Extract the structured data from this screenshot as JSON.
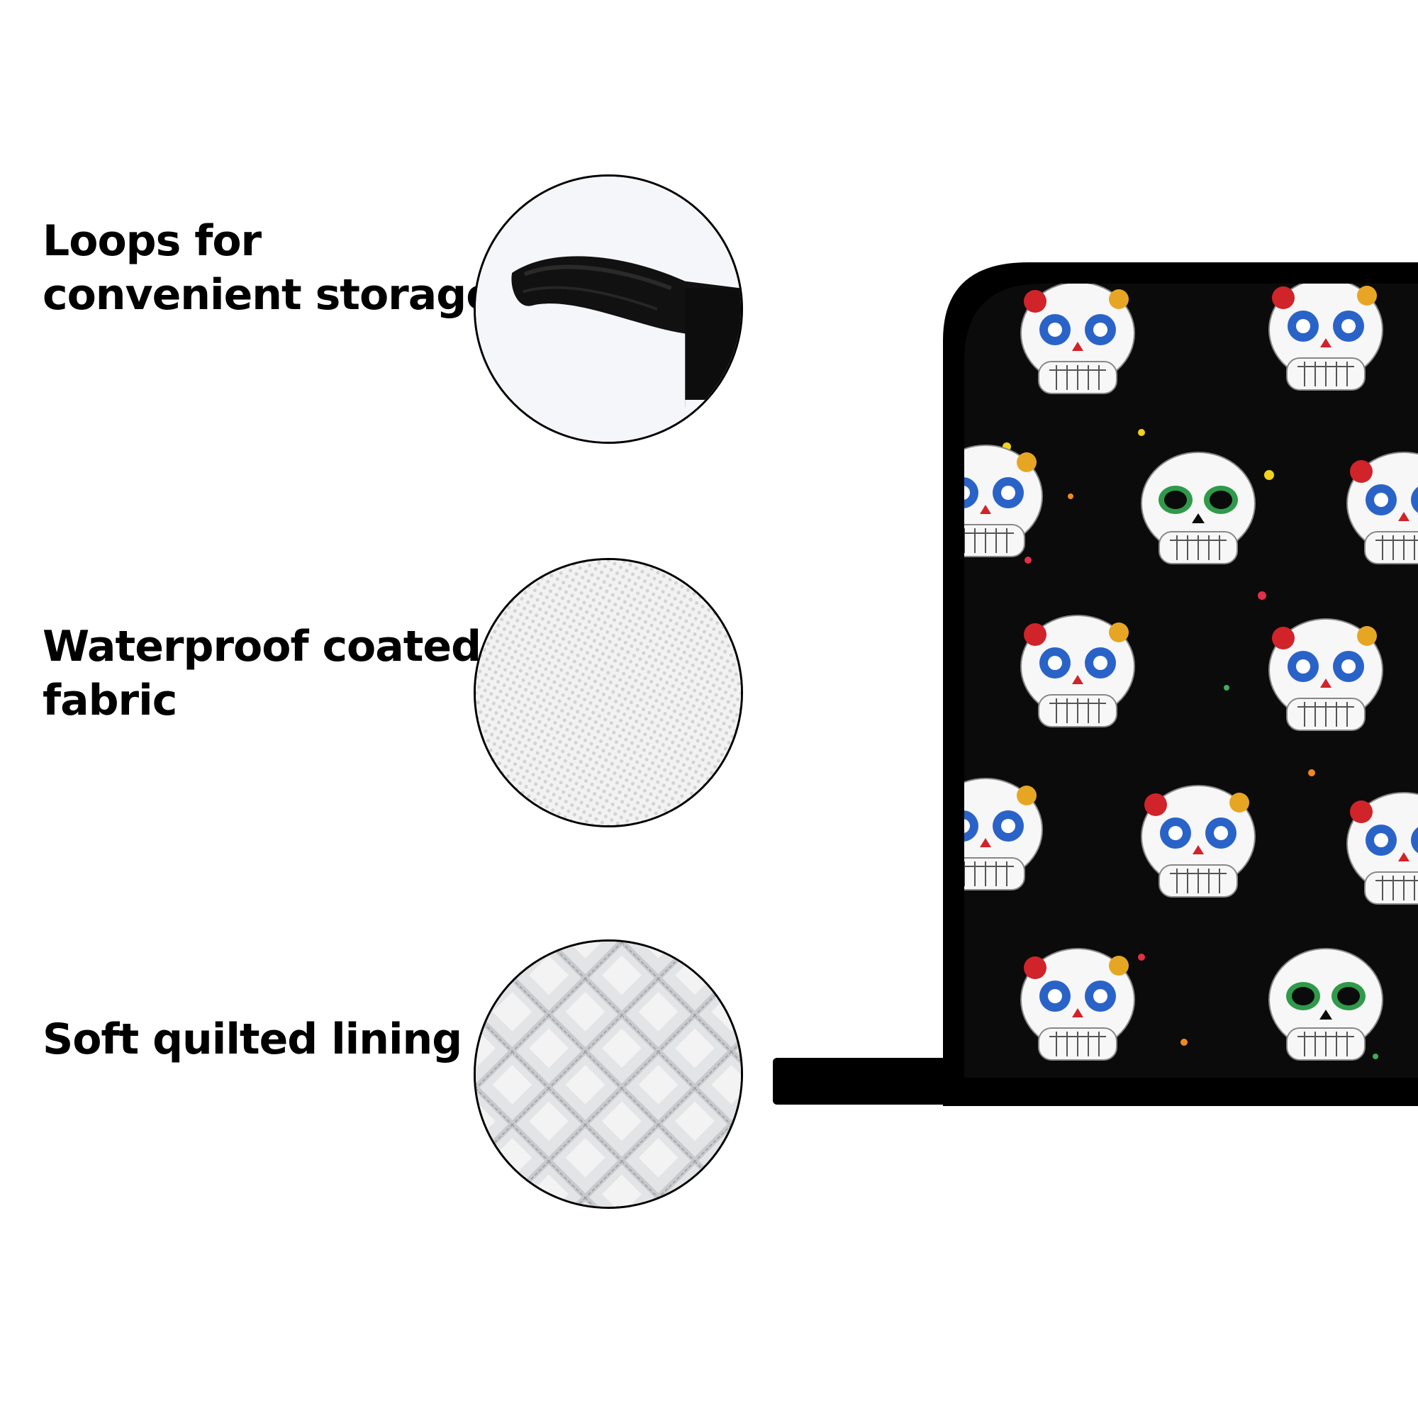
{
  "features": [
    {
      "label": "Loops for\nconvenient storage",
      "icon": "hanging-loop-closeup"
    },
    {
      "label": "Waterproof coated\nfabric",
      "icon": "mesh-fabric-closeup"
    },
    {
      "label": "Soft quilted lining",
      "icon": "quilted-lining-closeup"
    }
  ],
  "product": {
    "name": "pot-holder",
    "pattern": "sugar-skull",
    "colors": {
      "background": "#0b0b0b",
      "trim": "#000000",
      "splatter": [
        "#f2d21b",
        "#e0304a",
        "#f08a1c",
        "#3fae5b",
        "#ffffff"
      ],
      "accent_red": "#d1232a",
      "accent_blue": "#2a63c8",
      "accent_orange": "#e6a623",
      "accent_green": "#2f9a4a"
    }
  }
}
